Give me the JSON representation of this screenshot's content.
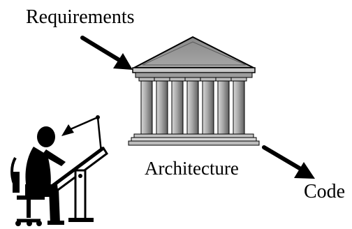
{
  "labels": {
    "requirements": "Requirements",
    "architecture": "Architecture",
    "code": "Code"
  },
  "icons": {
    "building": "classical-building-icon",
    "drafter": "architect-at-drafting-table-icon",
    "arrow_in": "arrow-icon",
    "arrow_out": "arrow-icon"
  },
  "colors": {
    "stroke": "#000000",
    "roof": "#9a9a9a",
    "column": "#b4b4b4",
    "column_shade": "#6e6e6e",
    "base": "#c4c4c4"
  }
}
